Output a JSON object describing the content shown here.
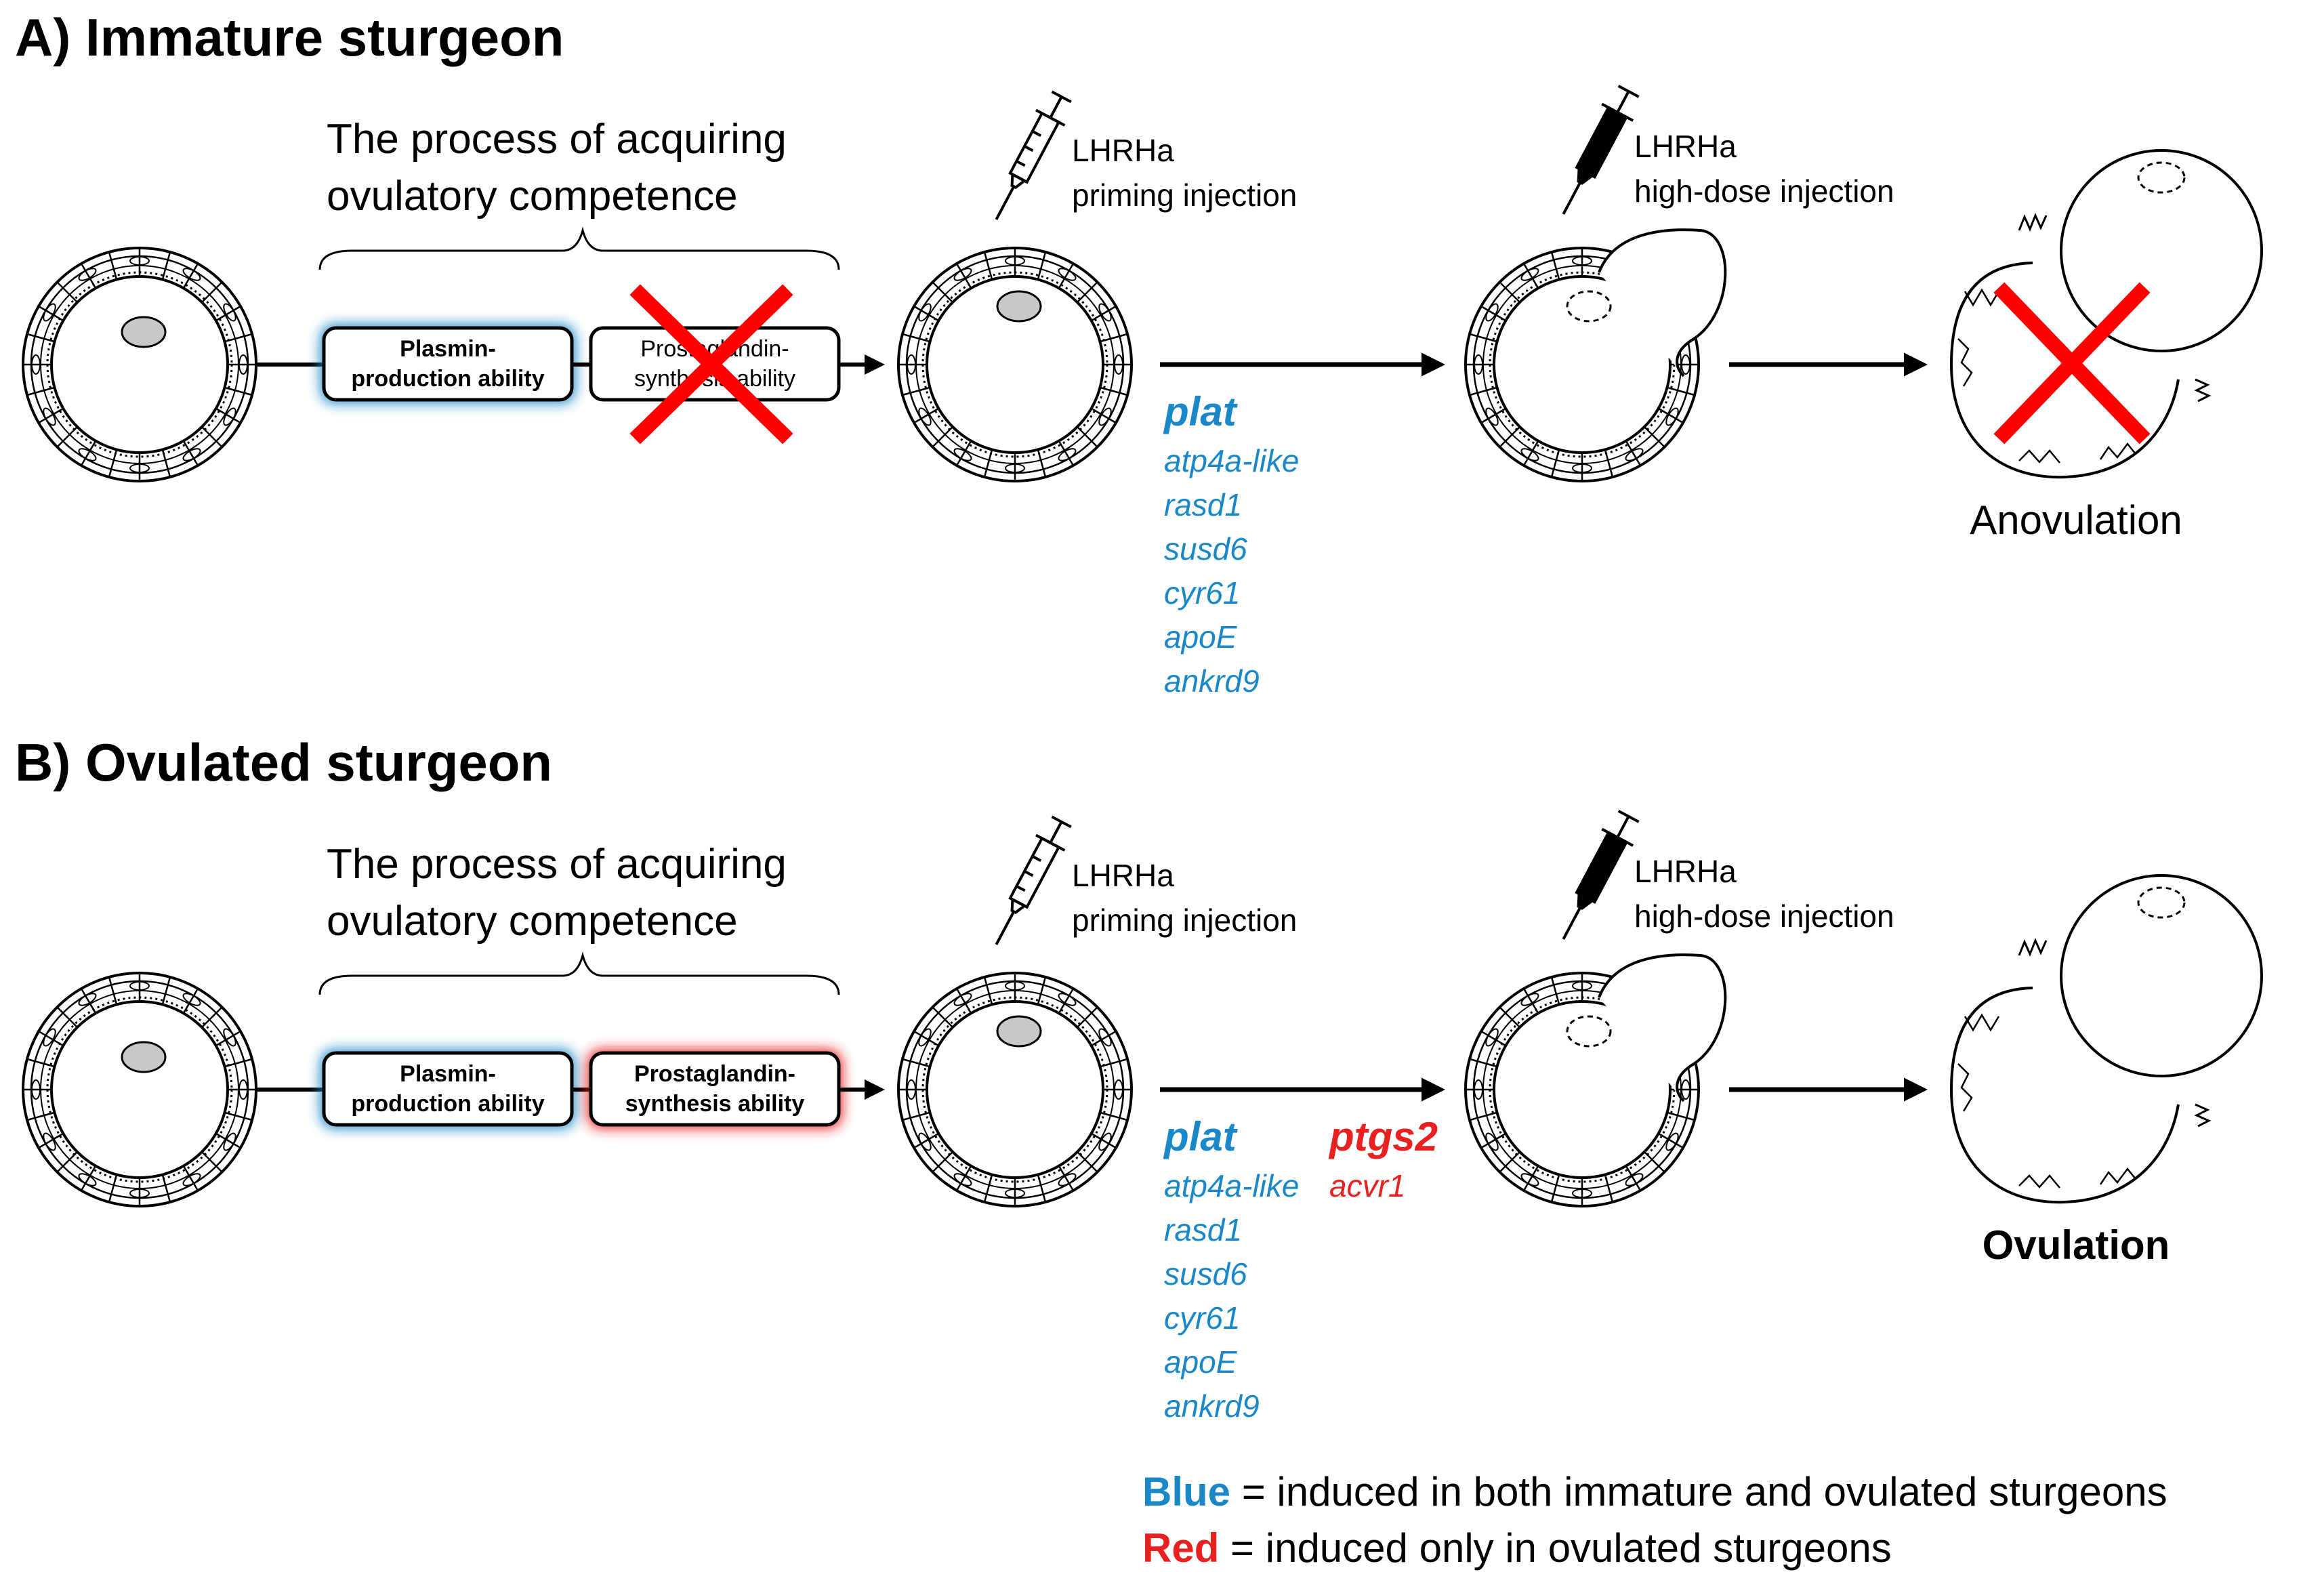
{
  "colors": {
    "blue": "#1a88c8",
    "red": "#e82020",
    "black": "#000000"
  },
  "panel_a": {
    "title": "A) Immature sturgeon",
    "process_line1": "The process of acquiring",
    "process_line2": "ovulatory competence",
    "box1_line1": "Plasmin-",
    "box1_line2": "production ability",
    "box2_line1": "Prostaglandin-",
    "box2_line2": "synthesis ability",
    "priming_line1": "LHRHa",
    "priming_line2": "priming injection",
    "highdose_line1": "LHRHa",
    "highdose_line2": "high-dose injection",
    "genes_blue": [
      "plat",
      "atp4a-like",
      "rasd1",
      "susd6",
      "cyr61",
      "apoE",
      "ankrd9"
    ],
    "outcome": "Anovulation"
  },
  "panel_b": {
    "title": "B) Ovulated sturgeon",
    "process_line1": "The process of acquiring",
    "process_line2": "ovulatory competence",
    "box1_line1": "Plasmin-",
    "box1_line2": "production ability",
    "box2_line1": "Prostaglandin-",
    "box2_line2": "synthesis ability",
    "priming_line1": "LHRHa",
    "priming_line2": "priming injection",
    "highdose_line1": "LHRHa",
    "highdose_line2": "high-dose injection",
    "genes_blue": [
      "plat",
      "atp4a-like",
      "rasd1",
      "susd6",
      "cyr61",
      "apoE",
      "ankrd9"
    ],
    "genes_red": [
      "ptgs2",
      "acvr1"
    ],
    "outcome": "Ovulation"
  },
  "legend": {
    "blue_word": "Blue",
    "blue_text": " = induced in both immature and ovulated sturgeons",
    "red_word": "Red",
    "red_text": " = induced only in ovulated sturgeons"
  }
}
